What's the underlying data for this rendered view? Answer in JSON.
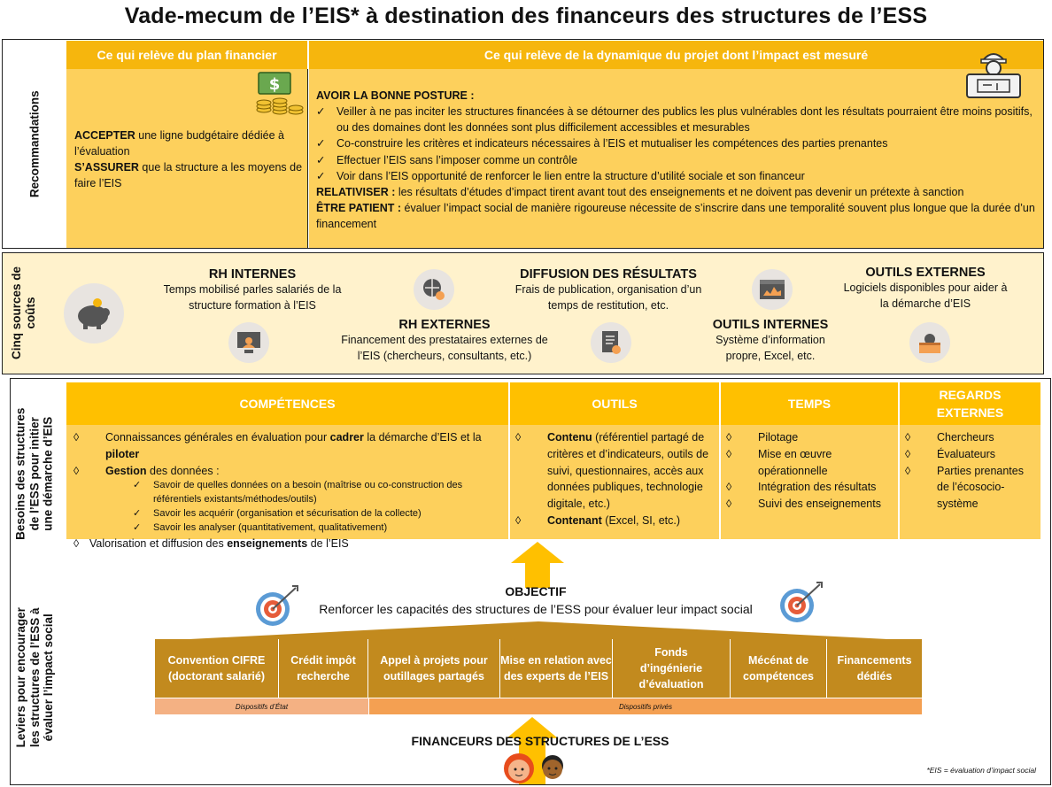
{
  "title": "Vade-mecum de l’EIS* à destination des financeurs des structures de l’ESS",
  "colors": {
    "gold": "#ffc000",
    "light_gold": "#fdd05c",
    "header_gold": "#f6b60d",
    "brown": "#c28a1e",
    "salmon": "#f4b183",
    "orange": "#f4a052"
  },
  "reco": {
    "label": "Recommandations",
    "col1_header": "Ce qui relève du plan financier",
    "col2_header": "Ce qui relève de la dynamique du projet dont l’impact est mesuré",
    "col1": {
      "accept_kw": "ACCEPTER",
      "accept_text": " une ligne budgétaire dédiée à l’évaluation",
      "assure_kw": "S’ASSURER",
      "assure_text": " que la structure a les moyens de faire l’EIS"
    },
    "col2": {
      "heading": "AVOIR LA BONNE POSTURE :",
      "checks": [
        "Veiller à ne pas inciter les structures financées à se détourner des publics les plus vulnérables dont les résultats pourraient être moins positifs, ou des domaines dont les données sont plus difficilement accessibles et mesurables",
        "Co-construire les critères et indicateurs nécessaires à l’EIS et mutualiser les compétences des parties prenantes",
        "Effectuer l’EIS sans l’imposer comme un contrôle",
        "Voir dans l’EIS opportunité de renforcer le lien entre la structure d’utilité sociale et son financeur"
      ],
      "check_mark": "✓",
      "relativise_kw": "RELATIVISER :",
      "relativise_text": " les résultats d’études d’impact tirent avant tout des enseignements et ne doivent pas devenir un prétexte à sanction",
      "patient_kw": "ÊTRE PATIENT :",
      "patient_text": " évaluer l’impact social de manière rigoureuse nécessite de s’inscrire dans une temporalité souvent plus longue que la durée d’un financement"
    }
  },
  "costs": {
    "label_line1": "Cinq sources de",
    "label_line2": "coûts",
    "items": [
      {
        "title": "RH INTERNES",
        "desc": "Temps mobilisé parles salariés de la structure formation à l’EIS",
        "icon": "computer-user-icon"
      },
      {
        "title": "RH EXTERNES",
        "desc": "Financement des prestataires externes de l’EIS (chercheurs, consultants, etc.)",
        "icon": "globe-gear-icon"
      },
      {
        "title": "DIFFUSION DES RÉSULTATS",
        "desc": "Frais de publication, organisation d’un temps de restitution, etc.",
        "icon": "document-gear-icon"
      },
      {
        "title": "OUTILS INTERNES",
        "desc": "Système d’information propre, Excel, etc.",
        "icon": "browser-window-icon"
      },
      {
        "title": "OUTILS EXTERNES",
        "desc": "Logiciels disponibles pour aider à la démarche d’EIS",
        "icon": "toolbox-icon"
      }
    ],
    "piggy_icon": "piggy-bank-icon"
  },
  "besoins": {
    "label_line1": "Besoins des structures",
    "label_line2": "de l’ESS pour initier",
    "label_line3": "une démarche d’EIS",
    "headers": {
      "competences": "COMPÉTENCES",
      "outils": "OUTILS",
      "temps": "TEMPS",
      "regards": "REGARDS EXTERNES"
    },
    "diamond": "◊",
    "competences": {
      "l1_a": "Connaissances générales en évaluation pour ",
      "l1_b": "cadrer",
      "l1_c": " la démarche d’EIS et la ",
      "l1_d": "piloter",
      "l2_a": "Gestion",
      "l2_b": " des données :",
      "subs": [
        "Savoir de quelles données on a besoin (maîtrise ou co-construction des référentiels existants/méthodes/outils)",
        "Savoir les acquérir (organisation et sécurisation de la collecte)",
        "Savoir les analyser (quantitativement, qualitativement)"
      ],
      "l3_a": "Valorisation et diffusion des ",
      "l3_b": "enseignements",
      "l3_c": " de l’EIS"
    },
    "outils": {
      "contenu_kw": "Contenu",
      "contenu_text": " (référentiel partagé de critères et d’indicateurs, outils de suivi, questionnaires, accès aux données publiques, technologie digitale, etc.)",
      "contenant_kw": "Contenant",
      "contenant_text": " (Excel, SI, etc.)"
    },
    "temps": [
      "Pilotage",
      "Mise en œuvre opérationnelle",
      "Intégration des résultats",
      "Suivi des enseignements"
    ],
    "regards": [
      "Chercheurs",
      "Évaluateurs",
      "Parties prenantes de l’écosocio-système"
    ]
  },
  "leviers": {
    "label_line1": "Leviers pour encourager",
    "label_line2": "les structures de l’ESS à",
    "label_line3": "évaluer l’impact social",
    "objectif_title": "OBJECTIF",
    "objectif_text": "Renforcer les capacités des structures de l’ESS pour évaluer leur impact social",
    "items": [
      "Convention CIFRE (doctorant salarié)",
      "Crédit impôt recherche",
      "Appel à projets pour outillages partagés",
      "Mise en relation avec des experts de l’EIS",
      "Fonds d’ingénierie d’évaluation",
      "Mécénat de compétences",
      "Financements dédiés"
    ],
    "etat_label": "Dispositifs d’État",
    "prives_label": "Dispositifs privés",
    "financeurs": "FINANCEURS DES STRUCTURES DE L’ESS",
    "footnote": "*EIS = évaluation d’impact social"
  }
}
